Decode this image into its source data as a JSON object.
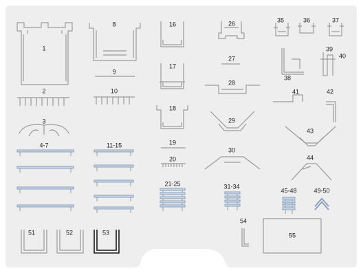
{
  "labels": [
    "1",
    "2",
    "3",
    "4-7",
    "8",
    "9",
    "10",
    "11-15",
    "16",
    "17",
    "18",
    "19",
    "20",
    "21-25",
    "26",
    "27",
    "28",
    "29",
    "30",
    "31-34",
    "35",
    "36",
    "37",
    "38",
    "39",
    "40",
    "41",
    "42",
    "43",
    "44",
    "45-48",
    "49-50",
    "51",
    "52",
    "53",
    "54",
    "55"
  ],
  "colors": {
    "panel": "#eeeeee",
    "stroke": "#9a9a9a",
    "dark": "#1a1a1a",
    "blue": "#9fb7d6",
    "text": "#222222"
  }
}
